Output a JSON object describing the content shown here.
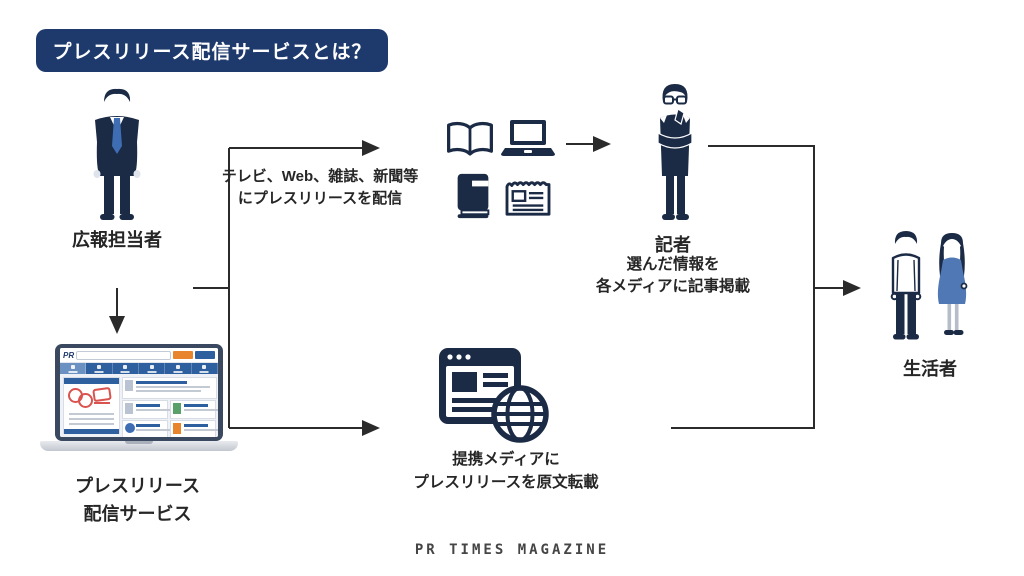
{
  "title_badge": {
    "text": "プレスリリース配信サービスとは？"
  },
  "actors": {
    "pr_manager": {
      "label": "広報担当者"
    },
    "journalist": {
      "label": "記者",
      "desc_line1": "選んだ情報を",
      "desc_line2": "各メディアに記事掲載"
    },
    "consumer": {
      "label": "生活者"
    }
  },
  "service": {
    "label_line1": "プレスリリース",
    "label_line2": "配信サービス",
    "screen_logo": "PR"
  },
  "notes": {
    "distribution": {
      "line1": "テレビ、Web、雑誌、新聞等",
      "line2": "にプレスリリースを配信"
    },
    "partner": {
      "line1": "提携メディアに",
      "line2": "プレスリリースを原文転載"
    }
  },
  "icons": {
    "media": [
      "open-book-icon",
      "laptop-icon",
      "book-icon",
      "newspaper-icon"
    ],
    "partner_media": "webpage-globe-icon",
    "figures": [
      "businessman-icon",
      "journalist-icon",
      "man-icon",
      "woman-icon"
    ]
  },
  "footer": {
    "logo_text": "PR TIMES MAGAZINE"
  },
  "colors": {
    "navy": "#1b2a45",
    "badge_bg": "#1e3a6c",
    "accent_blue": "#4f78b5",
    "tie_blue": "#3f6db3",
    "arrow": "#2b2b2b",
    "text": "#262626",
    "logo_gray": "#454545",
    "screen_nav": "#2e5f9e",
    "btn_orange": "#e8842c",
    "screen_red": "#d9534f"
  }
}
